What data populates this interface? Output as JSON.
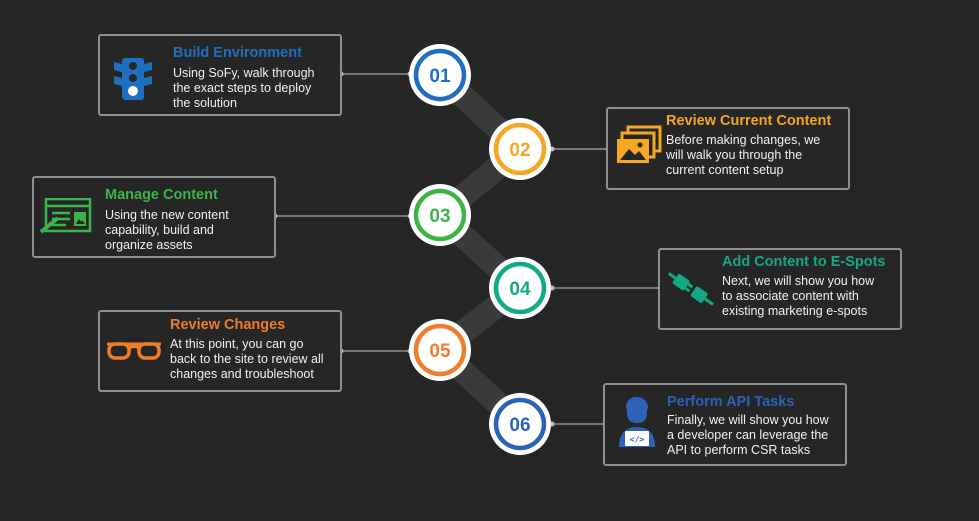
{
  "colors": {
    "background": "#262626",
    "connector": "#3a3a3a",
    "border": "#8f8f8f",
    "blue": "#1f6fc0",
    "yellow": "#f5a623",
    "green": "#3cb548",
    "teal": "#12a984",
    "orange": "#ef7d2d",
    "navy": "#2d62b8"
  },
  "steps": [
    {
      "number": "01",
      "title": "Build Environment",
      "description": "Using SoFy, walk through\nthe exact steps to deploy\nthe solution",
      "color": "#1f6fc0",
      "icon": "traffic-light-icon"
    },
    {
      "number": "02",
      "title": "Review Current Content",
      "description": "Before making changes, we\nwill walk you through the\ncurrent content setup",
      "color": "#f5a623",
      "icon": "image-gallery-icon"
    },
    {
      "number": "03",
      "title": "Manage Content",
      "description": "Using the new content\ncapability, build and\norganize assets",
      "color": "#3cb548",
      "icon": "content-editor-icon"
    },
    {
      "number": "04",
      "title": "Add Content to E-Spots",
      "description": "Next, we will show you how\nto associate content with\nexisting marketing e-spots",
      "color": "#12a984",
      "icon": "plug-icon"
    },
    {
      "number": "05",
      "title": "Review Changes",
      "description": "At this point, you can go\nback to the site to review all\nchanges and troubleshoot",
      "color": "#ef7d2d",
      "icon": "glasses-icon"
    },
    {
      "number": "06",
      "title": "Perform API Tasks",
      "description": "Finally, we will show you how\na developer can leverage the\nAPI to perform CSR tasks",
      "color": "#2d62b8",
      "icon": "developer-icon"
    }
  ]
}
